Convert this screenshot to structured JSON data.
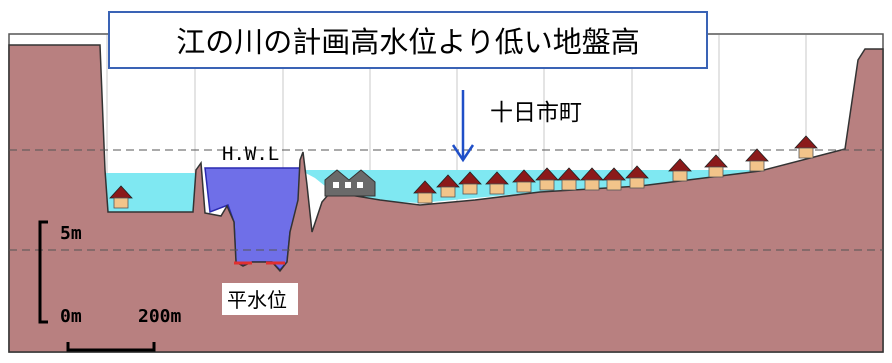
{
  "title": "江の川の計画高水位より低い地盤高",
  "labels": {
    "hwl": "H.W.L",
    "normal_water_level": "平水位",
    "town": "十日市町"
  },
  "scale": {
    "vertical_top": "5m",
    "vertical_bottom": "0m",
    "horizontal": "200m"
  },
  "colors": {
    "ground": "#b88080",
    "flood_water": "#7fe8f2",
    "river_water": "#6f6fe8",
    "house_roof": "#8b1a1a",
    "house_body": "#f2c48a",
    "factory": "#6a6a6a",
    "arrow": "#1f4fc8",
    "title_border": "#3a63b5",
    "normal_level_marker": "#e03030"
  }
}
